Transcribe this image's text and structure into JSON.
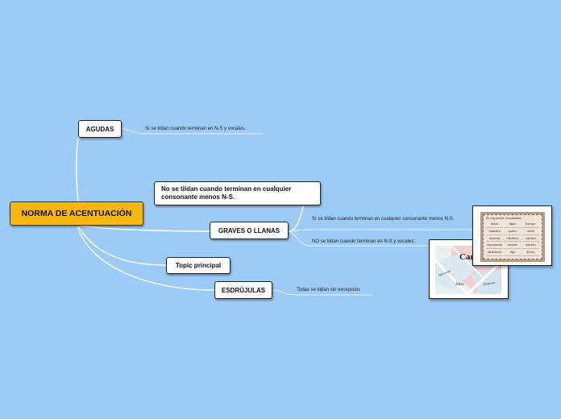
{
  "map": {
    "root_label": "NORMA DE ACENTUACIÓN",
    "nodes": {
      "agudas": "AGUDAS",
      "no_se_tildan": "No se tildan cuando terminan en cualquier consonante menos N-S.",
      "graves": "GRAVES O LLANAS",
      "topic": "Topic principal",
      "esdrujulas": "ESDRÚJULAS"
    },
    "notes": {
      "agudas": "Sí se tildan cuando terminan en N-S y vocales.",
      "graves_si": "Sí se tildan cuando terminan  en cualquier consonante menos N-S.",
      "graves_no": "NO se tildan cuando terminan en N-S y vocales.",
      "esdrujulas": "Todas se tildan sin excepción."
    },
    "images": {
      "card_a": {
        "title_fragment": "Can",
        "words": [
          "Agua tardía",
          "Años",
          "Finanzas"
        ]
      },
      "card_b": {
        "header": "En mayúscula: monosílabas",
        "words": [
          "árbol",
          "lápiz",
          "tiempo",
          "maestro",
          "quiero",
          "móvil",
          "suceda",
          "eléctrico",
          "camisa",
          "importante",
          "azúcar",
          "camión",
          "biblioteca",
          "dijo",
          "libros"
        ]
      }
    },
    "colors": {
      "background": "#9ccbf7",
      "root_fill": "#f7b70f",
      "connector": "#ffffff"
    }
  }
}
